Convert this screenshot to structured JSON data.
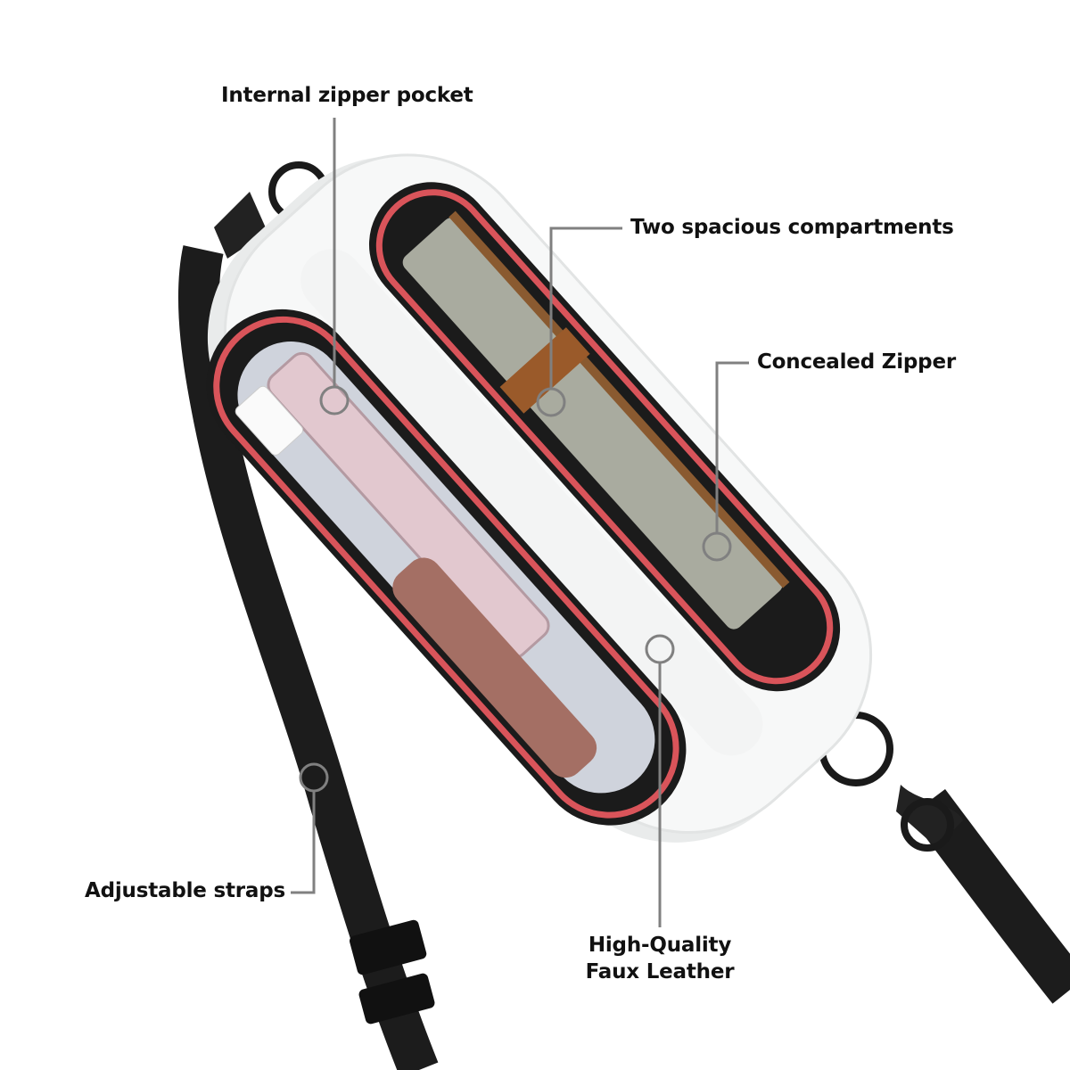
{
  "callouts": {
    "internal_pocket": "Internal zipper pocket",
    "compartments": "Two spacious compartments",
    "zipper": "Concealed Zipper",
    "straps": "Adjustable straps",
    "leather_line1": "High-Quality",
    "leather_line2": "Faux Leather"
  },
  "colors": {
    "bag": "#f7f8f8",
    "strap": "#1c1c1c",
    "trim_red": "#d9545a",
    "callout_line": "#808080",
    "book": "#a9ab9f",
    "book_strap": "#9a5a2a"
  }
}
